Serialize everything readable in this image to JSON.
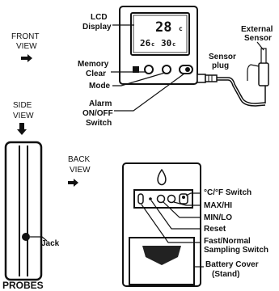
{
  "views": {
    "front": [
      "FRONT",
      "VIEW"
    ],
    "side": [
      "SIDE",
      "VIEW"
    ],
    "back": [
      "BACK",
      "VIEW"
    ]
  },
  "front_labels": {
    "lcd": [
      "LCD",
      "Display"
    ],
    "memory": [
      "Memory",
      "Clear"
    ],
    "mode": "Mode",
    "alarm": [
      "Alarm",
      "ON/OFF",
      "Switch"
    ],
    "sensor_plug": [
      "Sensor",
      "plug"
    ],
    "external_sensor": [
      "External",
      "Sensor"
    ]
  },
  "lcd_display": {
    "main": "28",
    "main_unit": "c",
    "low": "26",
    "low_unit": "c",
    "high": "30",
    "high_unit": "c"
  },
  "side_labels": {
    "jack": "Jack",
    "probes": "PROBES"
  },
  "back_labels": {
    "cf_switch": "°C/°F Switch",
    "maxhi": "MAX/HI",
    "minlo": "MIN/LO",
    "reset": "Reset",
    "fast_normal": [
      "Fast/Normal",
      "Sampling Switch"
    ],
    "battery": [
      "Battery Cover",
      "(Stand)"
    ]
  }
}
